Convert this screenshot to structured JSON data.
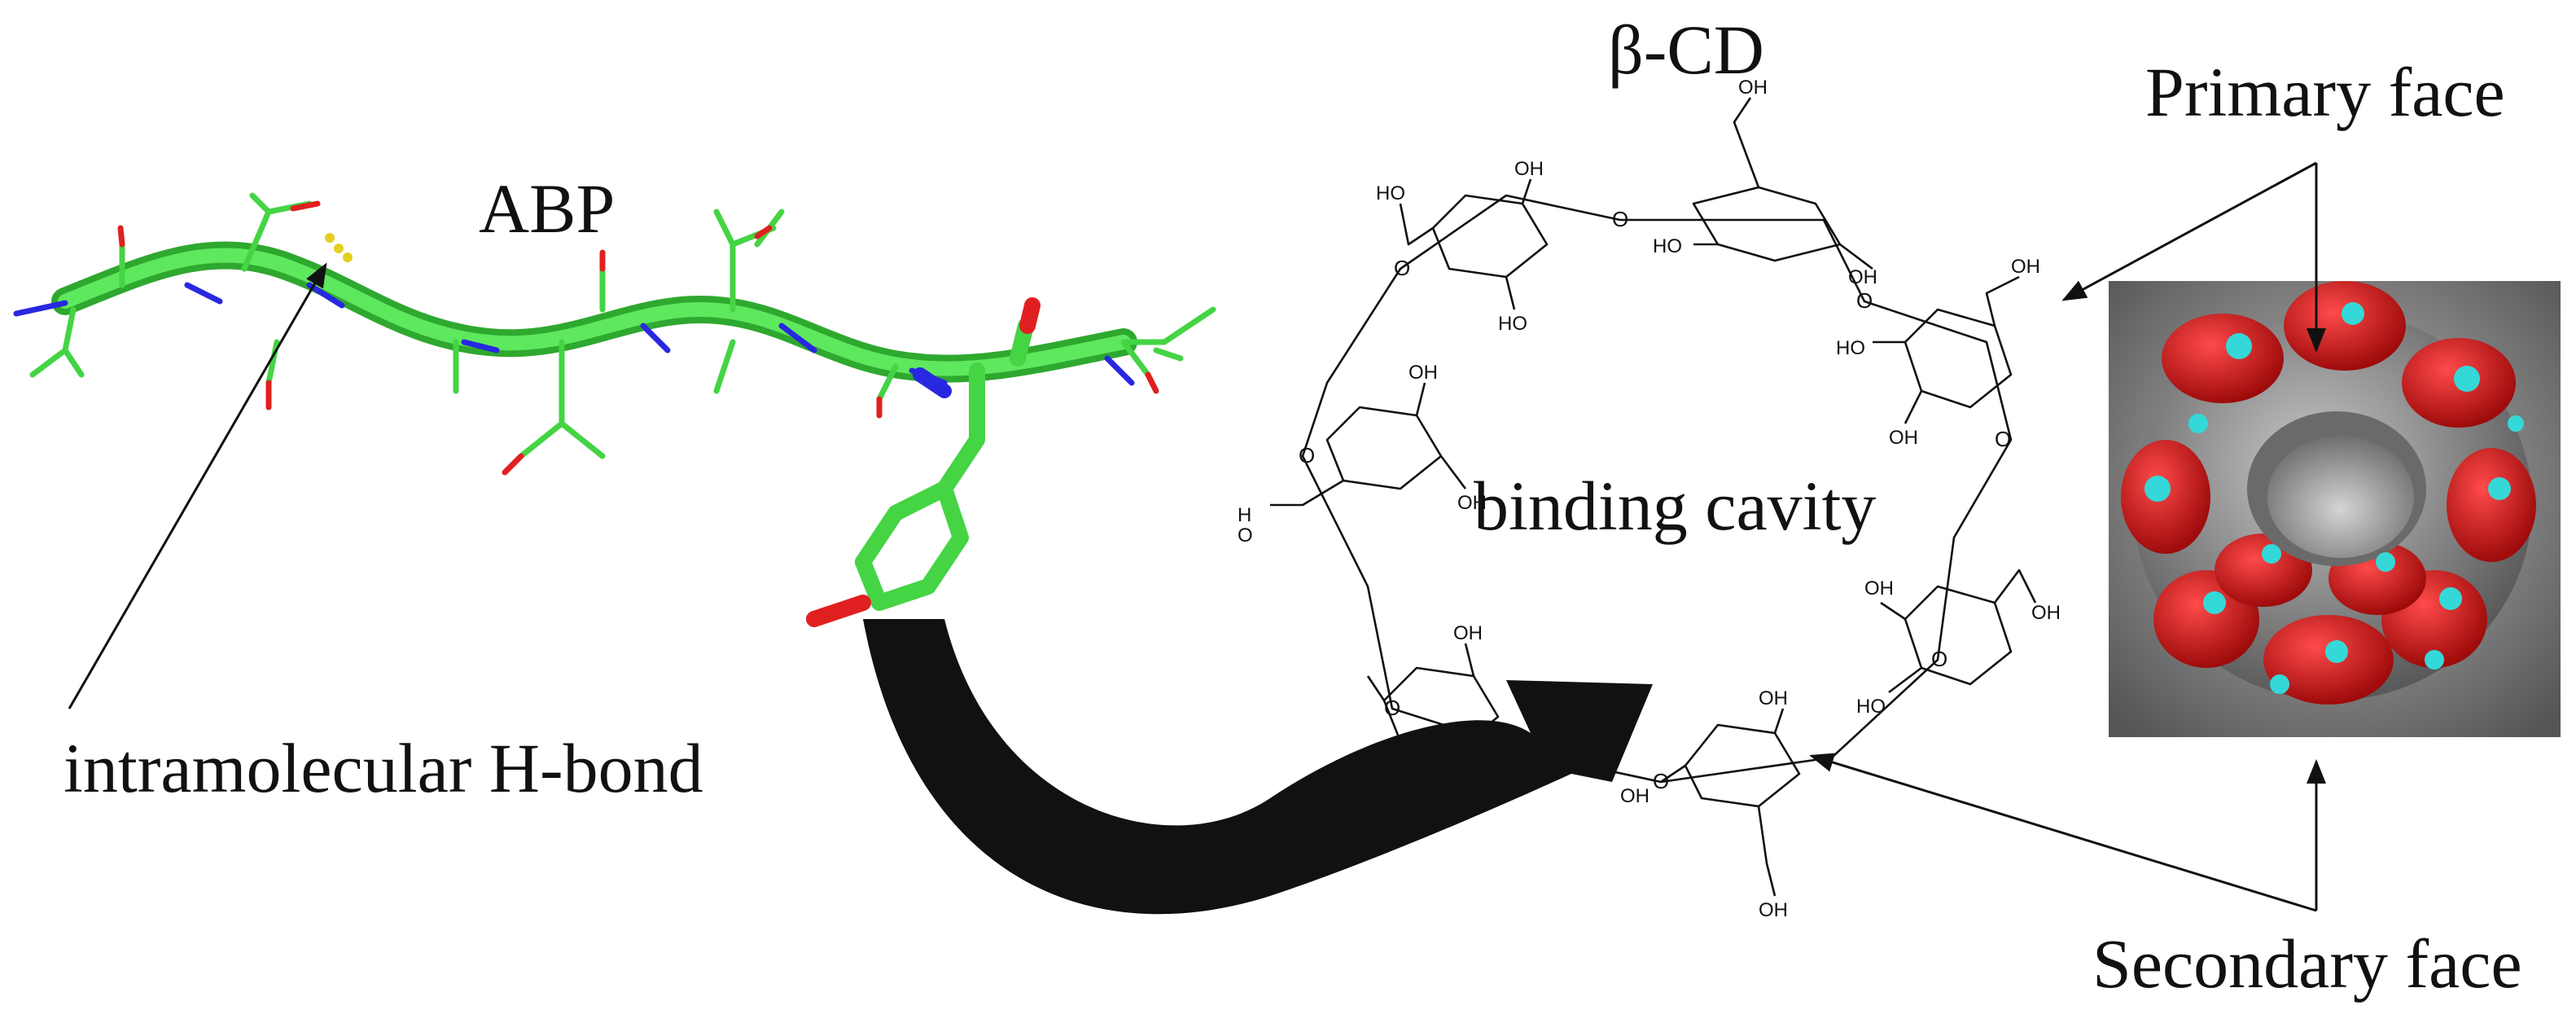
{
  "labels": {
    "abp": "ABP",
    "hbond": "intramolecular H-bond",
    "cd": "β-CD",
    "cavity": "binding cavity",
    "primary": "Primary face",
    "secondary": "Secondary face"
  },
  "cd_structure": {
    "hydroxyl_label": "OH",
    "hydroxyl_label_alt": "HO",
    "ring_oxygen": "O",
    "h_label": "H"
  },
  "colors": {
    "carbon": "#44d444",
    "oxygen": "#e02020",
    "nitrogen": "#2828e0",
    "hbond": "#e4d020",
    "arrow": "#111111",
    "surface_red": "#d01818",
    "surface_cyan": "#35d8d8",
    "surface_gray": "#9a9a9a"
  }
}
